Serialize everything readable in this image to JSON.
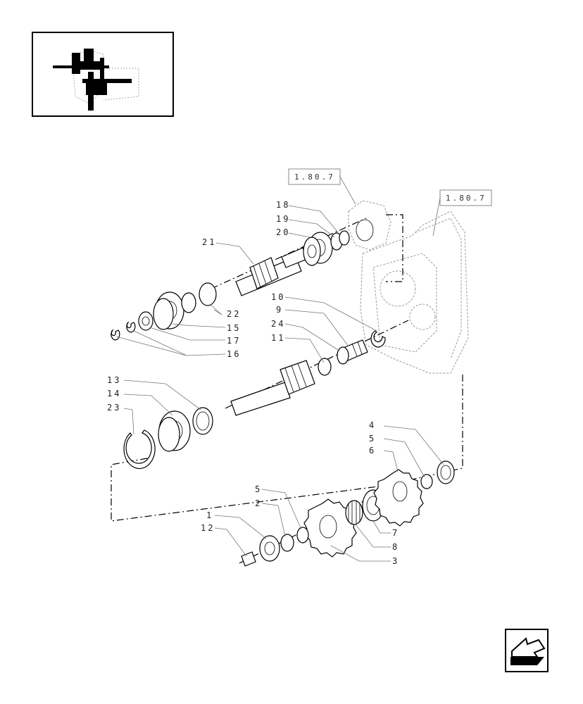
{
  "diagram": {
    "reference_labels": [
      "1.80.7",
      "1.80.7"
    ],
    "callouts": [
      "1",
      "2",
      "3",
      "4",
      "5",
      "5",
      "6",
      "7",
      "8",
      "9",
      "10",
      "11",
      "12",
      "13",
      "14",
      "15",
      "16",
      "17",
      "18",
      "19",
      "20",
      "21",
      "22",
      "23",
      "24"
    ]
  },
  "navigation": {
    "next_icon": "arrow-icon"
  }
}
